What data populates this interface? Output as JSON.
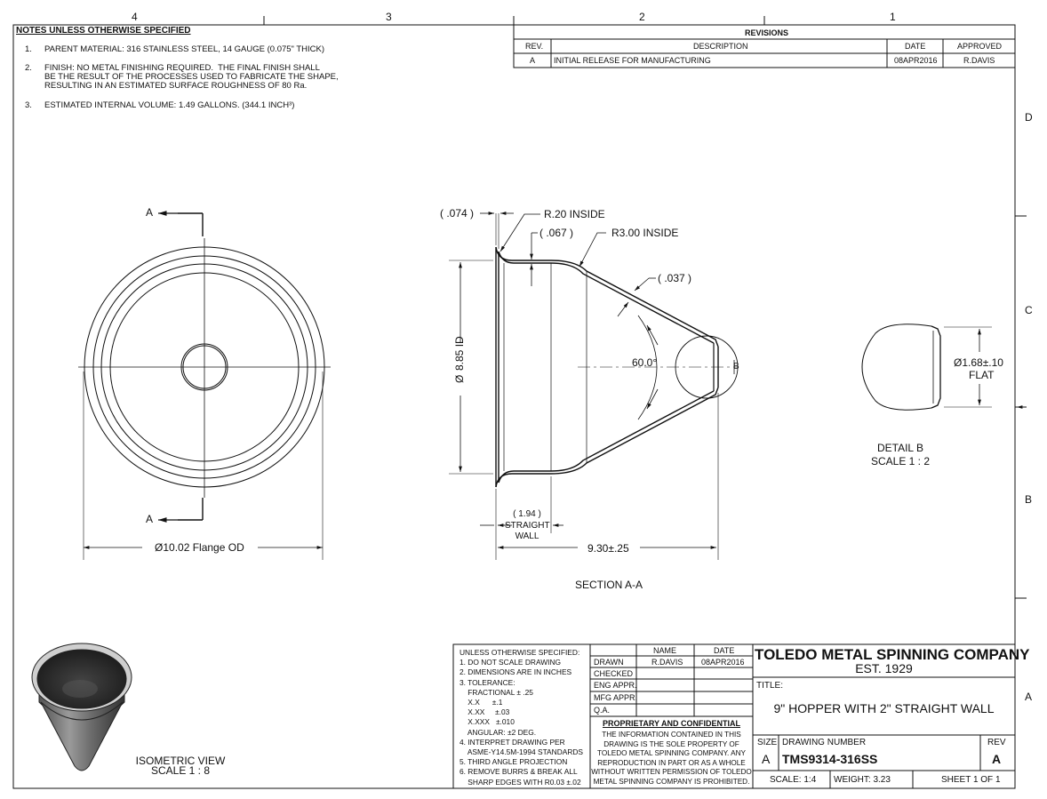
{
  "zones": {
    "cols": [
      "4",
      "3",
      "2",
      "1"
    ],
    "rows": [
      "D",
      "C",
      "B",
      "A"
    ]
  },
  "notes": {
    "heading": "NOTES UNLESS OTHERWISE SPECIFIED",
    "items": [
      {
        "num": "1.",
        "text": "PARENT MATERIAL: 316 STAINLESS STEEL, 14 GAUGE (0.075\" THICK)"
      },
      {
        "num": "2.",
        "text": "FINISH: NO METAL FINISHING REQUIRED.  THE FINAL FINISH SHALL\nBE THE RESULT OF THE PROCESSES USED TO FABRICATE THE SHAPE,\nRESULTING IN AN ESTIMATED SURFACE ROUGHNESS OF 80 Ra."
      },
      {
        "num": "3.",
        "text": "ESTIMATED INTERNAL VOLUME: 1.49 GALLONS. (344.1 INCH³)"
      }
    ]
  },
  "revisions": {
    "title": "REVISIONS",
    "headers": [
      "REV.",
      "DESCRIPTION",
      "DATE",
      "APPROVED"
    ],
    "rows": [
      {
        "rev": "A",
        "description": "INITIAL RELEASE FOR MANUFACTURING",
        "date": "08APR2016",
        "approved": "R.DAVIS"
      }
    ]
  },
  "top_view": {
    "section_letter_top": "A",
    "section_letter_bottom": "A",
    "flange_od": "10.02 Flange OD",
    "diameter_symbol": "Ø"
  },
  "section_view": {
    "dim_074": "( .074 )",
    "r20": "R.20 INSIDE",
    "dim_067": "( .067 )",
    "r300": "R3.00 INSIDE",
    "dim_037": "( .037 )",
    "id": "8.85 ID",
    "angle": "60.0°",
    "detail_letter": "B",
    "straight_wall": [
      "( 1.94 )",
      "STRAIGHT",
      "WALL"
    ],
    "length": "9.30±.25",
    "label": "SECTION A-A"
  },
  "detail_view": {
    "flat_dim": "1.68±.10",
    "flat_label": "FLAT",
    "label": "DETAIL B",
    "scale": "SCALE 1 : 2"
  },
  "isometric": {
    "label": "ISOMETRIC VIEW",
    "scale": "SCALE 1 : 8"
  },
  "general_notes": {
    "lines": [
      "UNLESS OTHERWISE SPECIFIED:",
      "1. DO NOT SCALE DRAWING",
      "2. DIMENSIONS ARE IN INCHES",
      "3. TOLERANCE:",
      "    FRACTIONAL ± .25",
      "    X.X      ±.1",
      "    X.XX     ±.03",
      "    X.XXX   ±.010",
      "    ANGULAR: ±2 DEG.",
      "4. INTERPRET DRAWING PER",
      "    ASME-Y14.5M-1994 STANDARDS",
      "5. THIRD ANGLE PROJECTION",
      "6. REMOVE BURRS & BREAK ALL",
      "    SHARP EDGES WITH R0.03 ±.02"
    ]
  },
  "approvals": {
    "col_name": "NAME",
    "col_date": "DATE",
    "rows": [
      {
        "label": "DRAWN",
        "name": "R.DAVIS",
        "date": "08APR2016"
      },
      {
        "label": "CHECKED",
        "name": "",
        "date": ""
      },
      {
        "label": "ENG APPR.",
        "name": "",
        "date": ""
      },
      {
        "label": "MFG APPR.",
        "name": "",
        "date": ""
      },
      {
        "label": "Q.A.",
        "name": "",
        "date": ""
      }
    ],
    "proprietary_title": "PROPRIETARY AND CONFIDENTIAL",
    "proprietary_text": [
      "THE INFORMATION CONTAINED IN THIS",
      "DRAWING IS THE SOLE PROPERTY OF",
      "TOLEDO METAL SPINNING COMPANY.  ANY",
      "REPRODUCTION IN PART OR AS A WHOLE",
      "WITHOUT WRITTEN PERMISSION OF TOLEDO",
      "METAL SPINNING COMPANY IS PROHIBITED."
    ]
  },
  "title_block": {
    "company": "TOLEDO METAL SPINNING COMPANY",
    "est": "EST. 1929",
    "title_label": "TITLE:",
    "title": "9\" HOPPER WITH 2\" STRAIGHT WALL",
    "size_label": "SIZE",
    "size": "A",
    "dwg_no_label": "DRAWING NUMBER",
    "dwg_no": "TMS9314-316SS",
    "rev_label": "REV",
    "rev": "A",
    "scale": "SCALE: 1:4",
    "weight": "WEIGHT: 3.23",
    "sheet": "SHEET 1 OF 1"
  }
}
